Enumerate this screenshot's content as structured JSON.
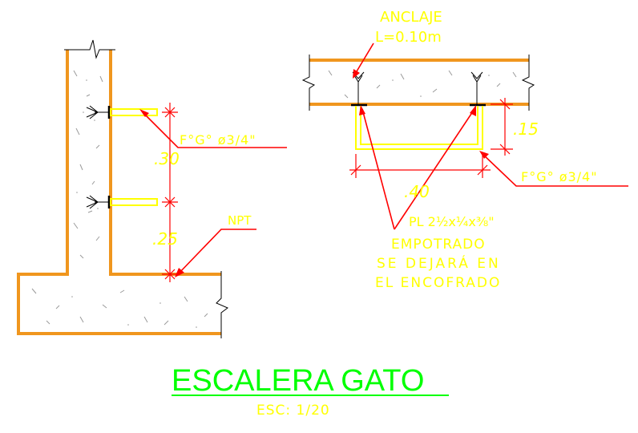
{
  "labels": {
    "anclaje_l1": "ANCLAJE",
    "anclaje_l2": "L=0.10m",
    "fg_left": "F°G° ø3/4\"",
    "fg_right": "F°G° ø3/4\"",
    "dim_30": ".30",
    "dim_25": ".25",
    "dim_15": ".15",
    "dim_40": ".40",
    "npt": "NPT",
    "pl": "PL 2½x¼x⅜\"",
    "empotrado_l1": "EMPOTRADO",
    "empotrado_l2": "SE DEJARÁ EN",
    "empotrado_l3": "EL ENCOFRADO"
  },
  "title": {
    "main": "ESCALERA GATO",
    "scale": "ESC: 1/20"
  },
  "colors": {
    "wall": "#f0961e",
    "leader": "#ff0000",
    "text": "#ffff00",
    "title": "#00ff00"
  }
}
